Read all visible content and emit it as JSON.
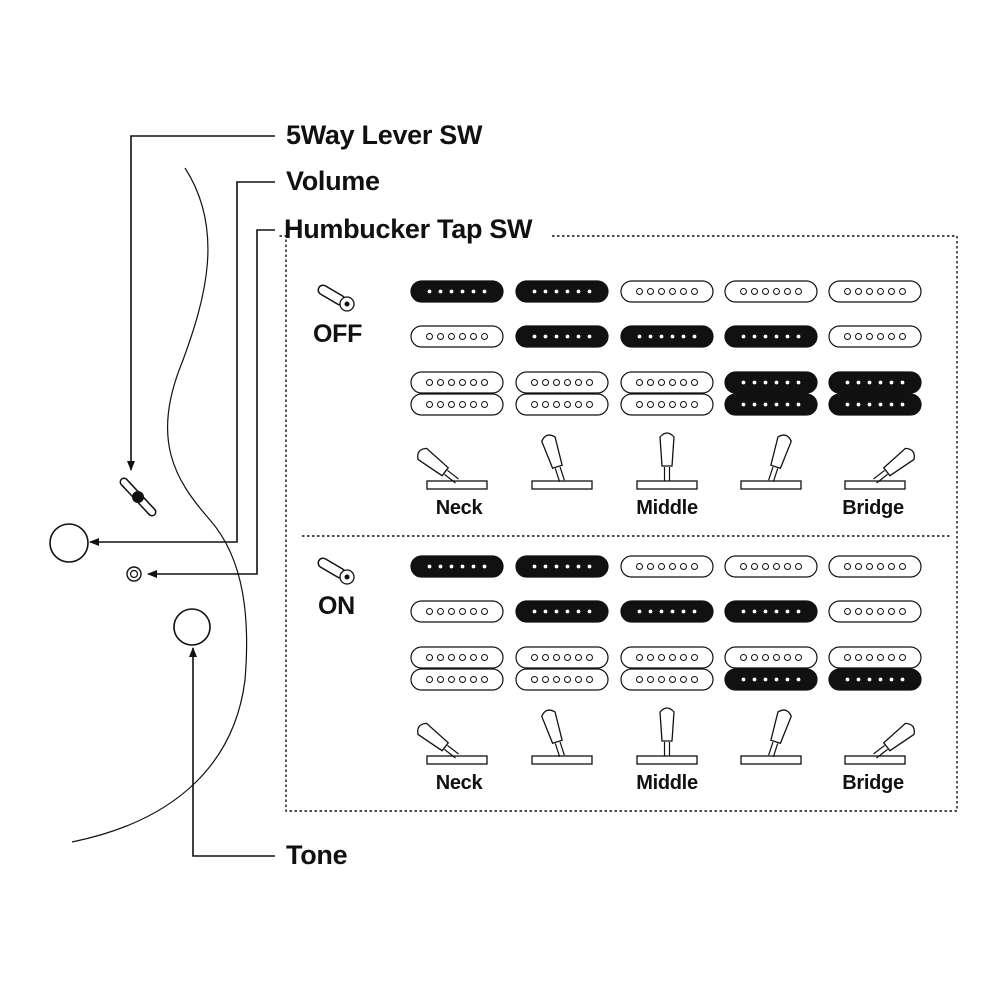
{
  "labels": {
    "lever_switch": "5Way Lever SW",
    "volume": "Volume",
    "tap_switch": "Humbucker Tap SW",
    "tone": "Tone"
  },
  "panels": [
    {
      "state": "OFF",
      "positions": [
        {
          "label": "Neck",
          "neck_active": true,
          "middle_active": false,
          "bridge_coils": [
            false,
            false
          ],
          "lever": "neck"
        },
        {
          "label": "",
          "neck_active": true,
          "middle_active": true,
          "bridge_coils": [
            false,
            false
          ],
          "lever": "neck-middle"
        },
        {
          "label": "Middle",
          "neck_active": false,
          "middle_active": true,
          "bridge_coils": [
            false,
            false
          ],
          "lever": "middle"
        },
        {
          "label": "",
          "neck_active": false,
          "middle_active": true,
          "bridge_coils": [
            true,
            true
          ],
          "lever": "middle-bridge"
        },
        {
          "label": "Bridge",
          "neck_active": false,
          "middle_active": false,
          "bridge_coils": [
            true,
            true
          ],
          "lever": "bridge"
        }
      ]
    },
    {
      "state": "ON",
      "positions": [
        {
          "label": "Neck",
          "neck_active": true,
          "middle_active": false,
          "bridge_coils": [
            false,
            false
          ],
          "lever": "neck"
        },
        {
          "label": "",
          "neck_active": true,
          "middle_active": true,
          "bridge_coils": [
            false,
            false
          ],
          "lever": "neck-middle"
        },
        {
          "label": "Middle",
          "neck_active": false,
          "middle_active": true,
          "bridge_coils": [
            false,
            false
          ],
          "lever": "middle"
        },
        {
          "label": "",
          "neck_active": false,
          "middle_active": true,
          "bridge_coils": [
            false,
            true
          ],
          "lever": "middle-bridge"
        },
        {
          "label": "Bridge",
          "neck_active": false,
          "middle_active": false,
          "bridge_coils": [
            false,
            true
          ],
          "lever": "bridge"
        }
      ]
    }
  ],
  "colors": {
    "ink": "#111111",
    "background": "#ffffff",
    "active_pickup": "#111111"
  }
}
